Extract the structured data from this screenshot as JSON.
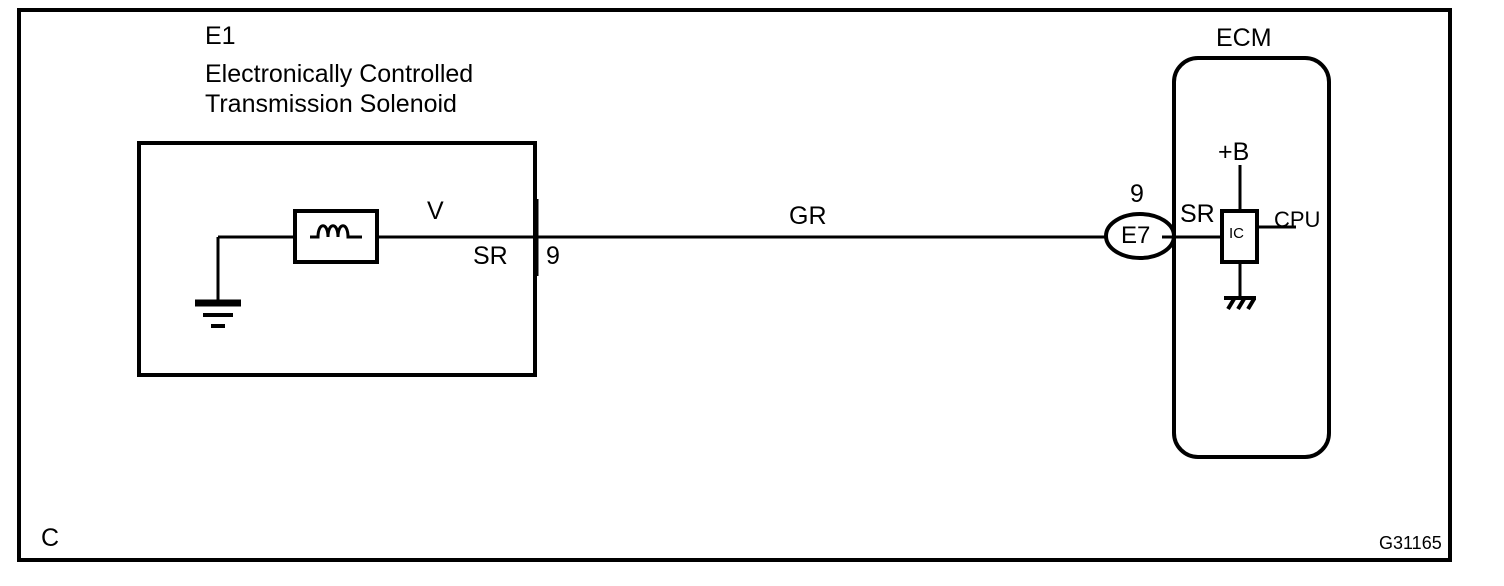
{
  "diagram": {
    "type": "automotive-wiring-diagram",
    "frame_label": "C",
    "reference_code": "G31165",
    "components": {
      "solenoid": {
        "connector_id": "E1",
        "name_line1": "Electronically Controlled",
        "name_line2": "Transmission Solenoid",
        "terminal_label": "SR",
        "terminal_pin": "9",
        "wire_label_internal": "V",
        "symbol": "coil-winding",
        "ground": "earth-ground"
      },
      "wire": {
        "color_code": "GR"
      },
      "connector": {
        "id": "E7",
        "pin": "9",
        "shape": "oval"
      },
      "ecm": {
        "title": "ECM",
        "terminal_label": "SR",
        "ic_label": "IC",
        "power_label": "+B",
        "cpu_label": "CPU",
        "ground": "chassis-ground"
      }
    },
    "colors": {
      "line": "#000000",
      "background": "#ffffff"
    }
  }
}
